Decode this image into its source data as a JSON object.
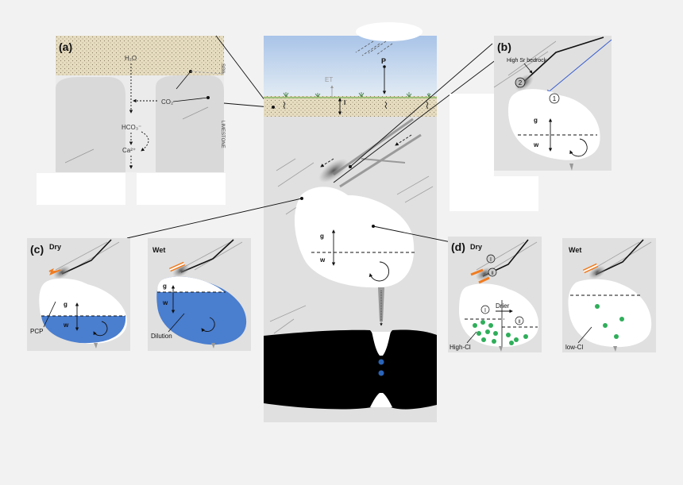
{
  "panels": {
    "a": {
      "label": "(a)",
      "h2o": "H₂O",
      "co2": "CO₂",
      "hco3": "HCO₃⁻",
      "ca": "Ca²⁺",
      "soil": "SOIL",
      "limestone": "LIMESTONE"
    },
    "center": {
      "et": "ET",
      "p": "P",
      "i": "I",
      "g": "g",
      "w": "w"
    },
    "b": {
      "label": "(b)",
      "bedrock": "High Sr bedrock",
      "circle_1": "1",
      "circle_2": "2",
      "g": "g",
      "w": "w"
    },
    "c": {
      "label": "(c)",
      "dry": "Dry",
      "wet": "Wet",
      "g": "g",
      "w": "w",
      "pcp": "PCP",
      "dilution": "Dilution"
    },
    "d": {
      "label": "(d)",
      "dry": "Dry",
      "wet": "Wet",
      "roman_1": "I",
      "roman_2": "II",
      "drier": "Drier",
      "high_cl": "High-Cl",
      "low_cl": "low-Cl"
    }
  },
  "colors": {
    "soil": "#e6dcc0",
    "sky_top": "#a9c4e8",
    "sky_bottom": "#dfe9f3",
    "rock": "#e0e0e0",
    "water": "#4a7ecf",
    "green_dot": "#2fae5a",
    "blue_dot": "#2a64b8",
    "arrow_orange": "#f07c20",
    "flow_blue": "#3a5fd0"
  }
}
